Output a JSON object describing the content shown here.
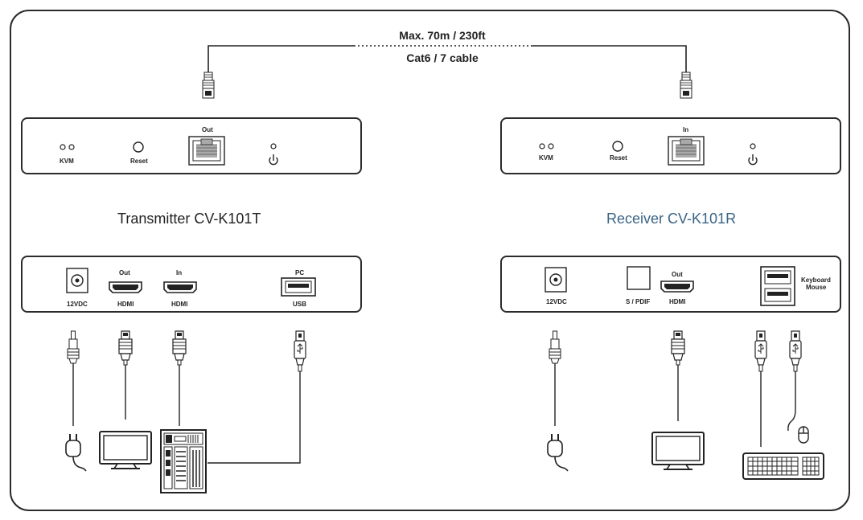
{
  "cable": {
    "distance": "Max. 70m / 230ft",
    "type": "Cat6 / 7 cable"
  },
  "transmitter": {
    "title": "Transmitter CV-K101T",
    "top": {
      "kvm": "KVM",
      "reset": "Reset",
      "port": "Out"
    },
    "bottom": {
      "power": "12VDC",
      "hdmi_out_top": "Out",
      "hdmi_out": "HDMI",
      "hdmi_in_top": "In",
      "hdmi_in": "HDMI",
      "usb_top": "PC",
      "usb": "USB"
    }
  },
  "receiver": {
    "title": "Receiver CV-K101R",
    "title_color": "#3a6486",
    "top": {
      "kvm": "KVM",
      "reset": "Reset",
      "port": "In"
    },
    "bottom": {
      "power": "12VDC",
      "spdif": "S / PDIF",
      "hdmi_top": "Out",
      "hdmi": "HDMI",
      "usb_line1": "Keyboard",
      "usb_line2": "Mouse"
    }
  },
  "icons": [
    "power-plug-icon",
    "monitor-icon",
    "pc-tower-icon",
    "keyboard-icon",
    "mouse-icon"
  ]
}
